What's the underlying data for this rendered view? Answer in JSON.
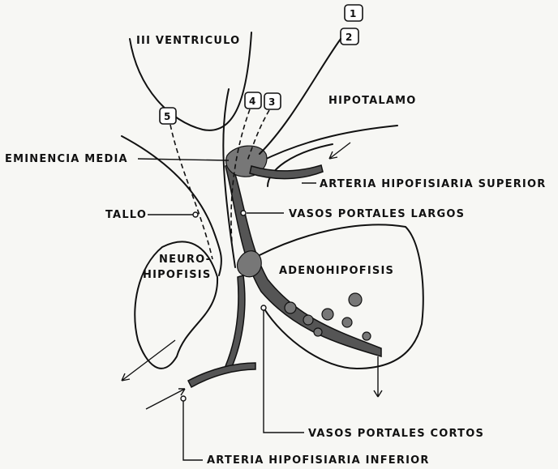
{
  "labels": {
    "ventricle": "III VENTRICULO",
    "hypothalamus": "HIPOTALAMO",
    "median_eminence": "EMINENCIA MEDIA",
    "superior_artery": "ARTERIA HIPOFISIARIA SUPERIOR",
    "stalk": "TALLO",
    "long_portal": "VASOS PORTALES LARGOS",
    "neuro_1": "NEURO-",
    "neuro_2": "HIPOFISIS",
    "adeno": "ADENOHIPOFISIS",
    "short_portal": "VASOS PORTALES CORTOS",
    "inferior_artery": "ARTERIA HIPOFISIARIA INFERIOR"
  },
  "neurons": [
    "1",
    "2",
    "3",
    "4",
    "5"
  ]
}
